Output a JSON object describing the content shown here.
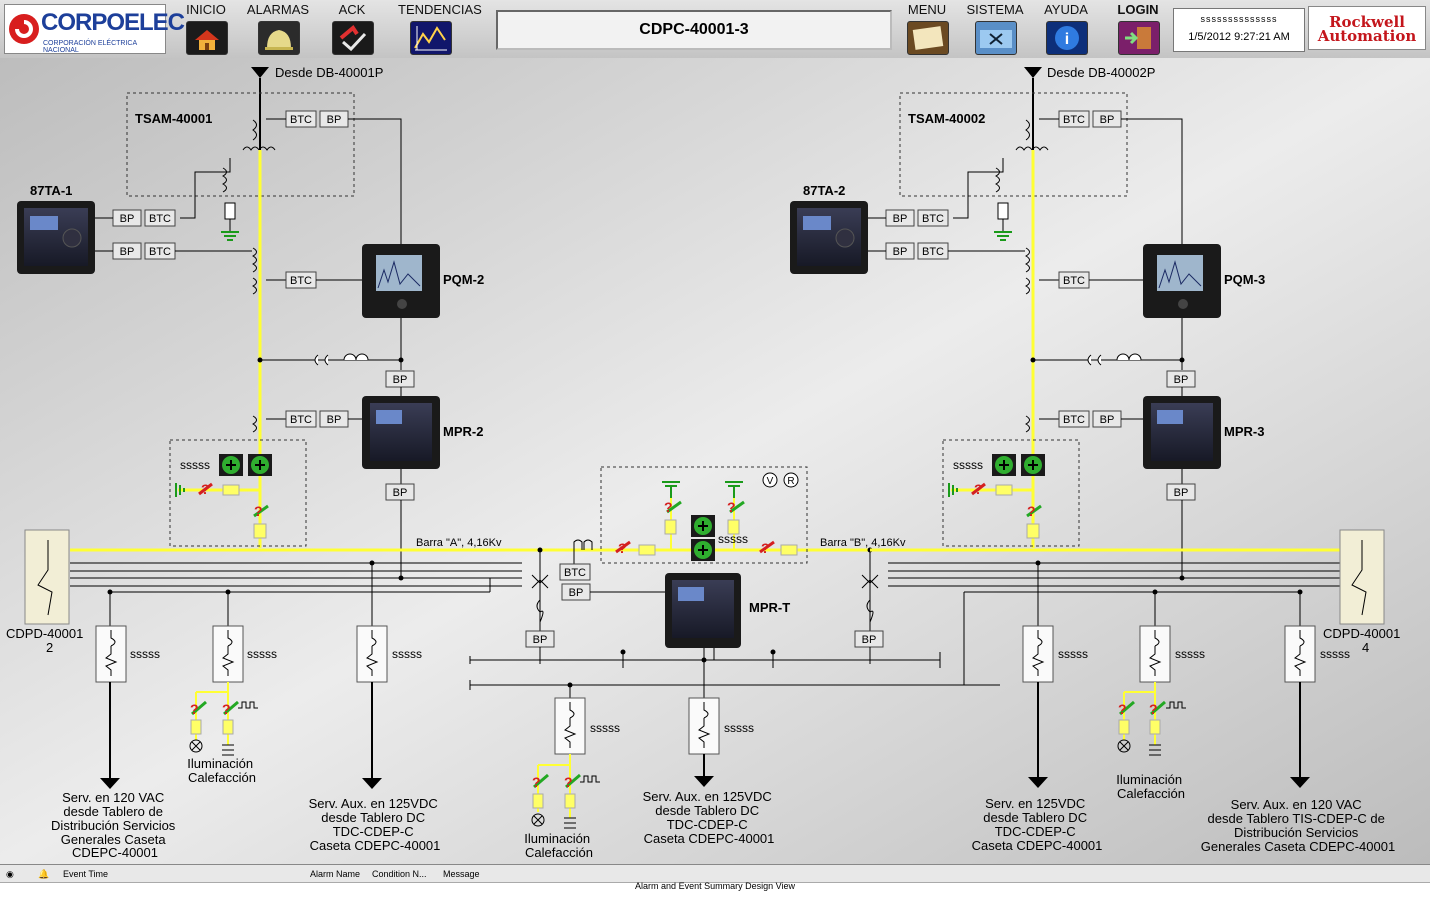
{
  "header": {
    "brand": "CORPOELEC",
    "brand_sub": "CORPORACIÓN ELÉCTRICA NACIONAL",
    "title": "CDPC-40001-3",
    "status_code": "ssssssssssssss",
    "datetime": "1/5/2012 9:27:21 AM",
    "vendor_line1": "Rockwell",
    "vendor_line2": "Automation",
    "nav": [
      {
        "label": "INICIO",
        "icon": "home-icon"
      },
      {
        "label": "ALARMAS",
        "icon": "bell-icon"
      },
      {
        "label": "ACK",
        "icon": "ack-check-icon"
      },
      {
        "label": "TENDENCIAS",
        "icon": "trend-chart-icon"
      },
      {
        "label": "MENU",
        "icon": "menu-icon"
      },
      {
        "label": "SISTEMA",
        "icon": "system-icon"
      },
      {
        "label": "AYUDA",
        "icon": "info-icon"
      },
      {
        "label": "LOGIN",
        "icon": "login-door-icon"
      }
    ]
  },
  "diagram": {
    "sources": {
      "left": "Desde DB-40001P",
      "right": "Desde DB-40002P"
    },
    "groups": {
      "left_tsam": "TSAM-40001",
      "right_tsam": "TSAM-40002"
    },
    "devices": {
      "ta1": "87TA-1",
      "ta2": "87TA-2",
      "pqm2": "PQM-2",
      "pqm3": "PQM-3",
      "mpr2": "MPR-2",
      "mpr3": "MPR-3",
      "mprt": "MPR-T"
    },
    "bus": {
      "a": "Barra \"A\", 4,16Kv",
      "b": "Barra \"B\", 4,16Kv"
    },
    "panels": {
      "left_line1": "CDPD-40001",
      "left_line2": "2",
      "right_line1": "CDPD-40001",
      "right_line2": "4"
    },
    "tags": {
      "btc": "BTC",
      "bp": "BP",
      "sssss": "sssss",
      "v": "V",
      "r": "R"
    },
    "feeders": {
      "f1": [
        "Serv. en 120 VAC",
        "desde Tablero de",
        "Distribución Servicios",
        "Generales Caseta",
        "CDEPC-40001"
      ],
      "f2": [
        "Iluminación",
        "Calefacción"
      ],
      "f3": [
        "Serv. Aux. en 125VDC",
        "desde Tablero DC",
        "TDC-CDEP-C",
        "Caseta CDEPC-40001"
      ],
      "f4": [
        "Iluminación",
        "Calefacción"
      ],
      "f5": [
        "Serv. Aux. en 125VDC",
        "desde Tablero DC",
        "TDC-CDEP-C",
        "Caseta CDEPC-40001"
      ],
      "f6": [
        "Serv. en 125VDC",
        "desde Tablero DC",
        "TDC-CDEP-C",
        "Caseta CDEPC-40001"
      ],
      "f7": [
        "Iluminación",
        "Calefacción"
      ],
      "f8": [
        "Serv. Aux. en 120 VAC",
        "desde Tablero TIS-CDEP-C de",
        "Distribución Servicios",
        "Generales Caseta CDEPC-40001"
      ]
    }
  },
  "alarm_summary": {
    "columns": [
      "Event Time",
      "Alarm Name",
      "Condition N...",
      "Message"
    ],
    "placeholder": "Alarm and Event Summary Design View"
  },
  "colors": {
    "bus": "#ffff33",
    "breaker_open": "#d42020",
    "breaker_closed": "#23a823",
    "ground": "#1a9a1a"
  }
}
